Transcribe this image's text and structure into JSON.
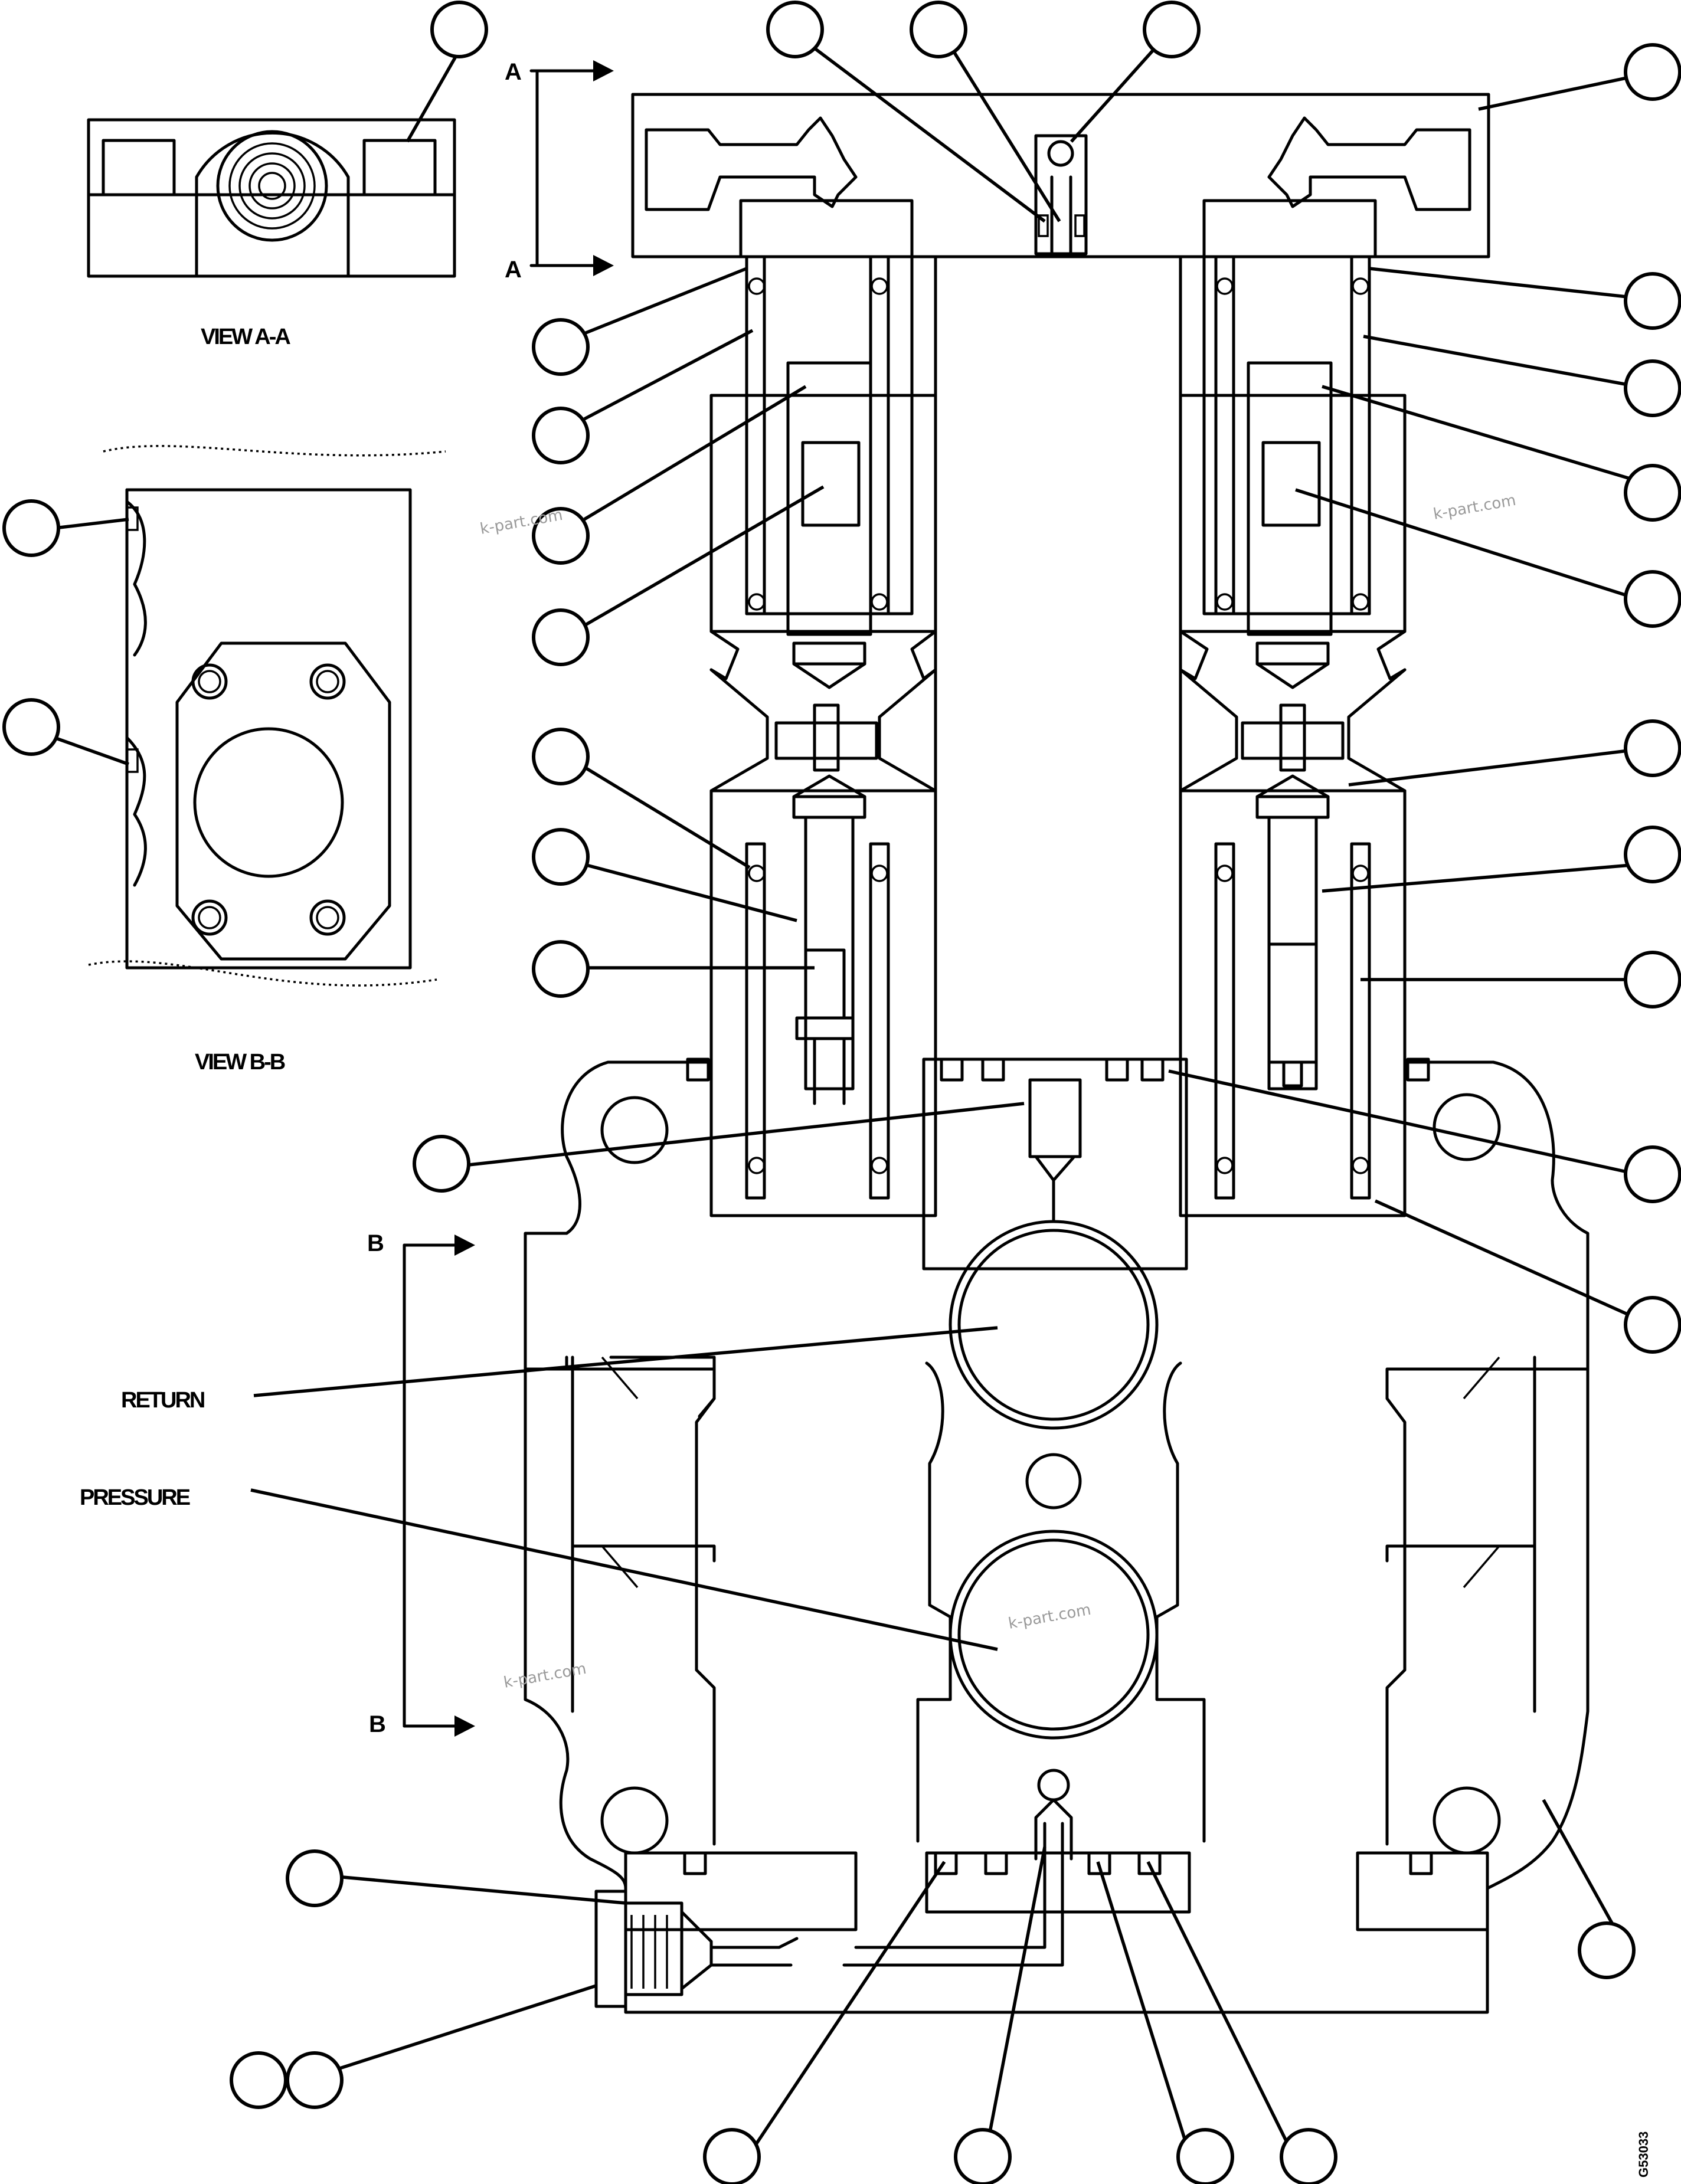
{
  "labels": {
    "view_a": "VIEW A-A",
    "view_b": "VIEW B-B",
    "section_a": "A",
    "section_b": "B",
    "return_port": "RETURN",
    "pressure_port": "PRESSURE",
    "drawing_code": "G53033"
  },
  "watermarks": [
    "k-part.com",
    "k-part.com",
    "k-part.com",
    "k-part.com"
  ],
  "callouts_note": "All callout circles are blank in the original illustration"
}
